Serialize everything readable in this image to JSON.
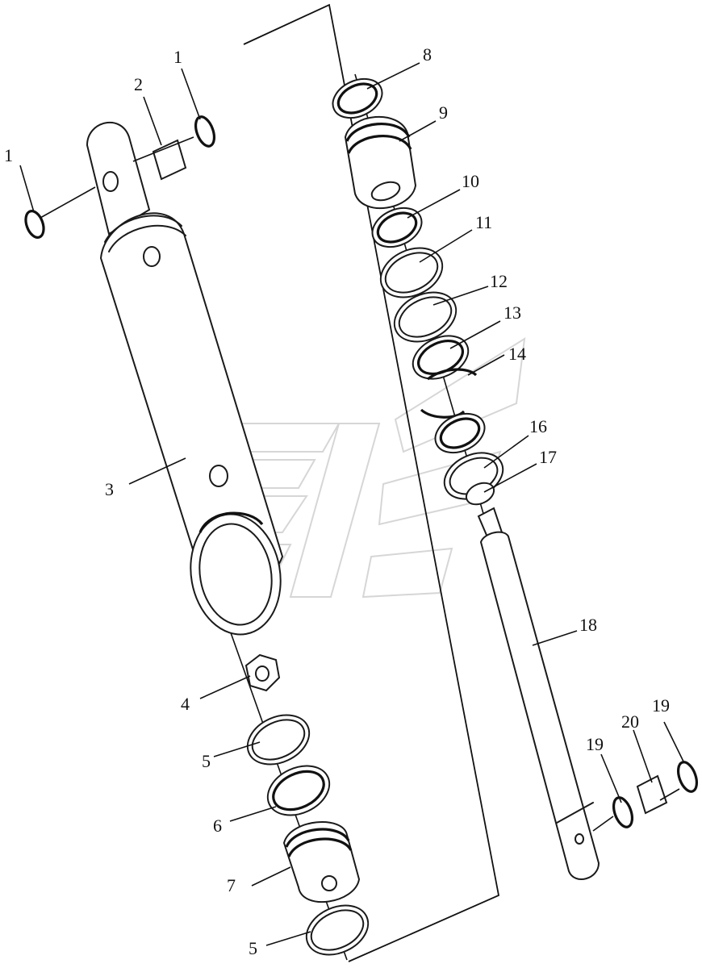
{
  "diagram": {
    "callouts": {
      "c1a": "1",
      "c1b": "1",
      "c2": "2",
      "c3": "3",
      "c4": "4",
      "c5a": "5",
      "c5b": "5",
      "c6": "6",
      "c7": "7",
      "c8": "8",
      "c9": "9",
      "c10": "10",
      "c11": "11",
      "c12": "12",
      "c13": "13",
      "c14": "14",
      "c16": "16",
      "c17": "17",
      "c18": "18",
      "c19a": "19",
      "c19b": "19",
      "c20": "20"
    }
  }
}
